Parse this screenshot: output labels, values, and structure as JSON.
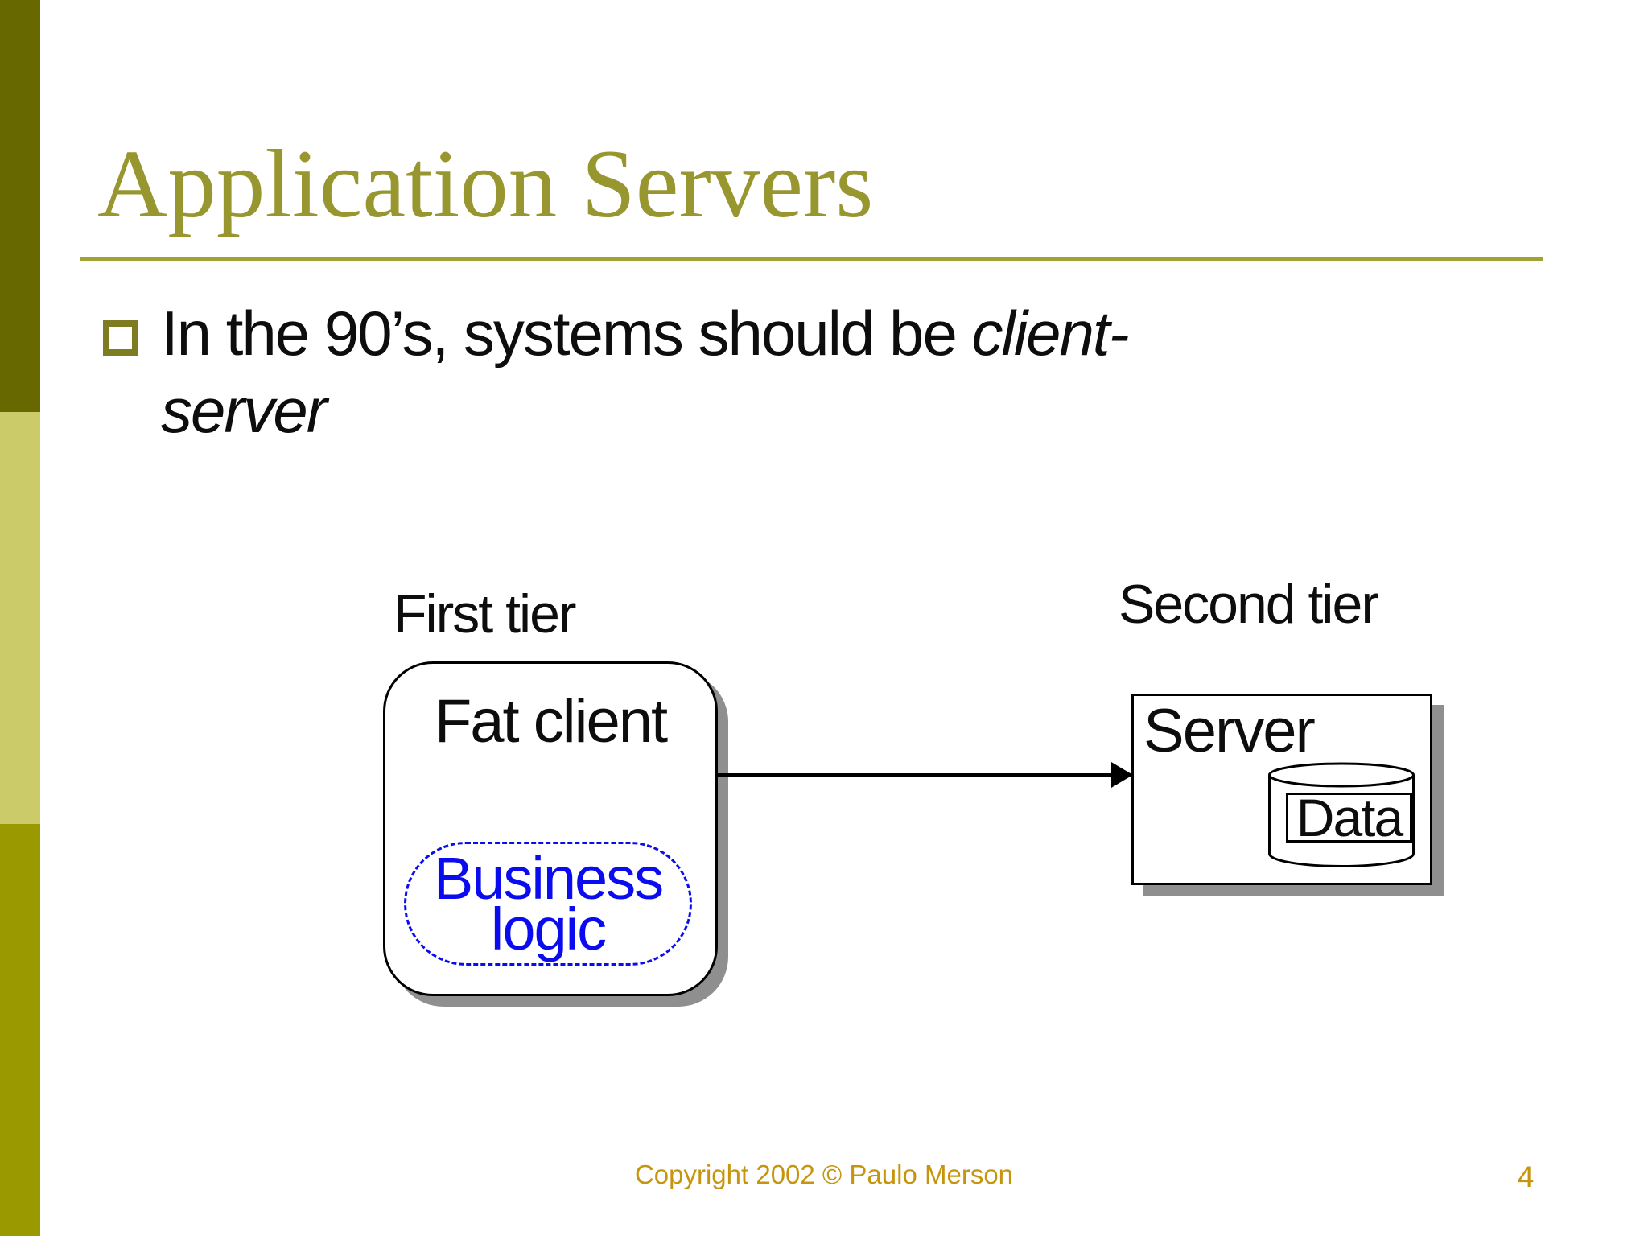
{
  "slide": {
    "title": "Application Servers",
    "bullet": {
      "prefix": "In the 90’s, systems should be ",
      "emphasis_line1": "client-",
      "emphasis_line2": "server"
    },
    "diagram": {
      "first_tier_label": "First tier",
      "second_tier_label": "Second tier",
      "fat_client_label": "Fat client",
      "business_logic_line1": "Business",
      "business_logic_line2": "logic",
      "server_label": "Server",
      "data_label": "Data"
    },
    "footer": {
      "copyright": "Copyright 2002 © Paulo Merson",
      "page_number": "4"
    }
  },
  "icons": {
    "bullet": "hollow-square-icon",
    "connector": "right-arrow-icon",
    "database": "cylinder-icon"
  },
  "colors": {
    "background": "#ffffff",
    "title_color": "#98962e",
    "rule_color": "#a3a132",
    "bullet_color": "#7e7c21",
    "text_color": "#0d0d0d",
    "sidebar_top": "#686800",
    "sidebar_middle": "#cbcb69",
    "sidebar_bottom": "#9a9a00",
    "footer_color": "#c6950e",
    "accent_blue": "#0b0bf0",
    "shadow_gray": "#8f8f8f",
    "diagram_border": "#000000"
  }
}
